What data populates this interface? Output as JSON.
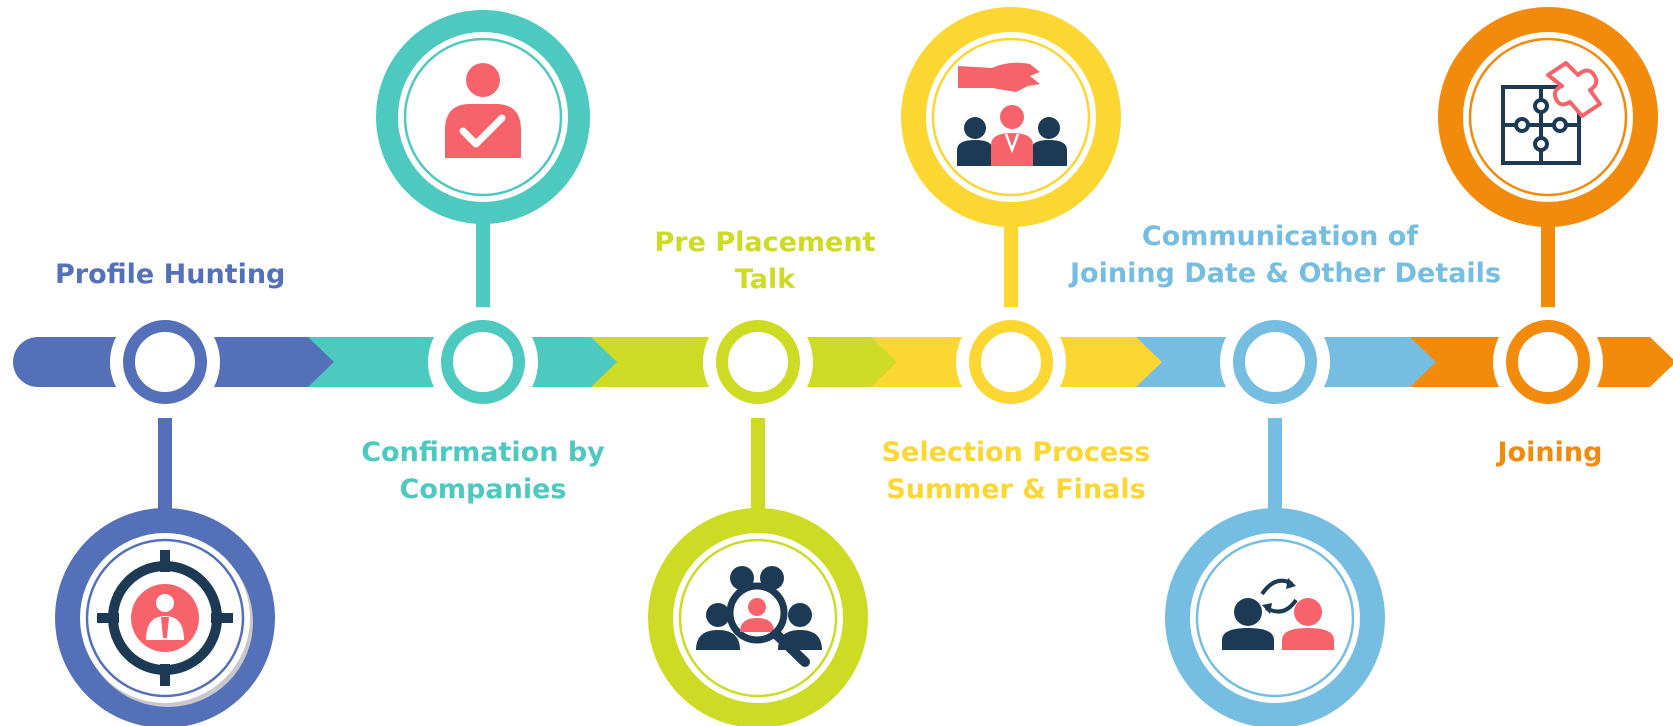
{
  "steps": [
    {
      "title_lines": [
        "Profile Hunting"
      ],
      "color": "#5470b8",
      "icon": "target-person-icon"
    },
    {
      "title_lines": [
        "Confirmation by",
        "Companies"
      ],
      "color": "#4dc9bf",
      "icon": "person-check-icon"
    },
    {
      "title_lines": [
        "Pre Placement",
        "Talk"
      ],
      "color": "#cddb25",
      "icon": "search-people-icon"
    },
    {
      "title_lines": [
        "Selection Process",
        "Summer & Finals"
      ],
      "color": "#fcd631",
      "icon": "hand-picking-person-icon"
    },
    {
      "title_lines": [
        "Communication of",
        "Joining Date & Other Details"
      ],
      "color": "#76bde2",
      "icon": "people-exchange-icon"
    },
    {
      "title_lines": [
        "Joining"
      ],
      "color": "#f28a0c",
      "icon": "puzzle-icon"
    }
  ],
  "icon_colors": {
    "dark": "#1d3a55",
    "accent": "#f7636b"
  }
}
